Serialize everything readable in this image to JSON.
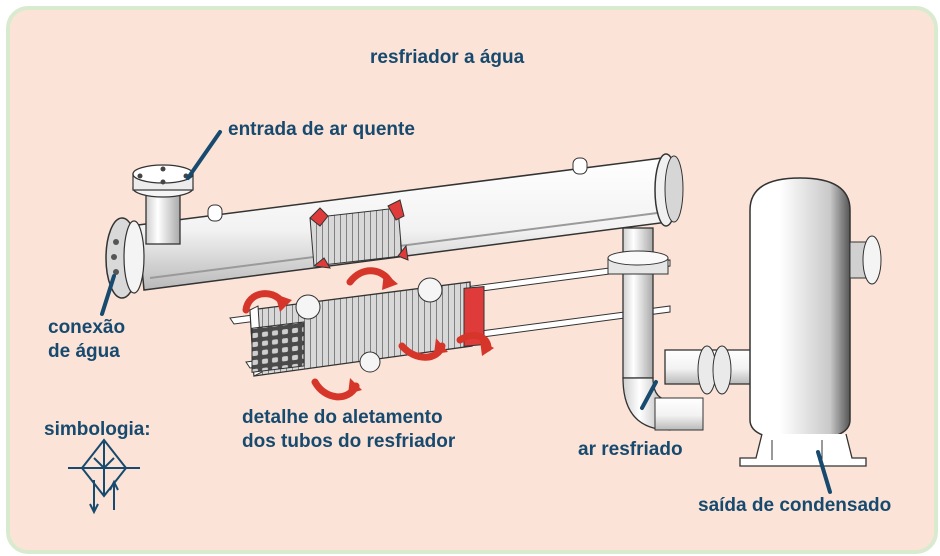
{
  "title": "resfriador a água",
  "labels": {
    "hot_air_inlet": "entrada de ar quente",
    "water_connection_1": "conexão",
    "water_connection_2": "de água",
    "fin_detail_1": "detalhe do aletamento",
    "fin_detail_2": "dos tubos do resfriador",
    "symbology": "simbologia:",
    "cooled_air": "ar resfriado",
    "condensate_outlet": "saída de condensado"
  },
  "colors": {
    "background": "#fbe3d7",
    "border": "#d9ebcf",
    "text": "#174a6e",
    "arrows": "#d6362a",
    "section_cut": "#e03b3b"
  }
}
